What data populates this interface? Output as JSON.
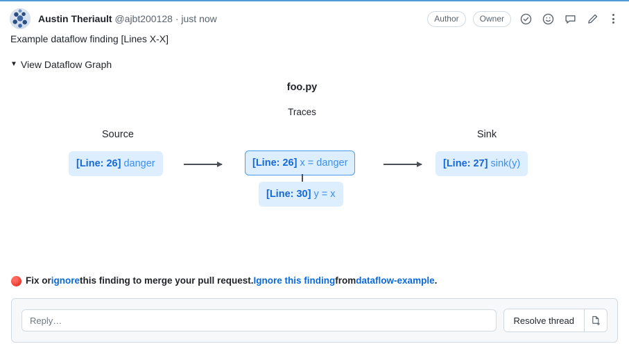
{
  "header": {
    "avatar_alt": "avatar",
    "author_name": "Austin Theriault",
    "author_meta": "@ajbt200128 · just now",
    "badges": [
      "Author",
      "Owner"
    ],
    "icons": [
      "check-circle-icon",
      "emoji-icon",
      "comment-icon",
      "pencil-icon",
      "kebab-menu-icon"
    ]
  },
  "body": {
    "finding_title": "Example dataflow finding [Lines X-X]",
    "disclosure_marker": "▼",
    "disclosure_label": "View Dataflow Graph"
  },
  "graph": {
    "filename": "foo.py",
    "traces_label": "Traces",
    "source_label": "Source",
    "sink_label": "Sink",
    "source_node": {
      "line": "[Line: 26]",
      "code": "danger"
    },
    "trace_nodes": [
      {
        "line": "[Line: 26]",
        "code": "x = danger",
        "highlighted": true
      },
      {
        "line": "[Line: 30]",
        "code": "y = x",
        "highlighted": false
      }
    ],
    "sink_node": {
      "line": "[Line: 27]",
      "code": "sink(y)"
    },
    "colors": {
      "node_background": "#ddeeff",
      "node_line_text": "#1668d6",
      "node_code_text": "#3c8ef0",
      "node_highlight_border": "#4a9bf0",
      "arrow": "#4a4f55"
    }
  },
  "notice": {
    "status_icon": "red-circle-icon",
    "prefix": "Fix or ",
    "ignore_link": "ignore",
    "middle": " this finding to merge your pull request. ",
    "ignore_finding_link": "Ignore this finding",
    "from_text": " from ",
    "project_link": "dataflow-example",
    "suffix": "."
  },
  "composer": {
    "reply_placeholder": "Reply…",
    "reply_value": "",
    "resolve_label": "Resolve thread",
    "extra_icon": "new-file-icon"
  },
  "colors": {
    "accent_blue": "#0969da",
    "top_rule": "#539bd8",
    "border": "#d1d9e0",
    "composer_bg": "#f6f8fa",
    "muted_text": "#59636e"
  }
}
